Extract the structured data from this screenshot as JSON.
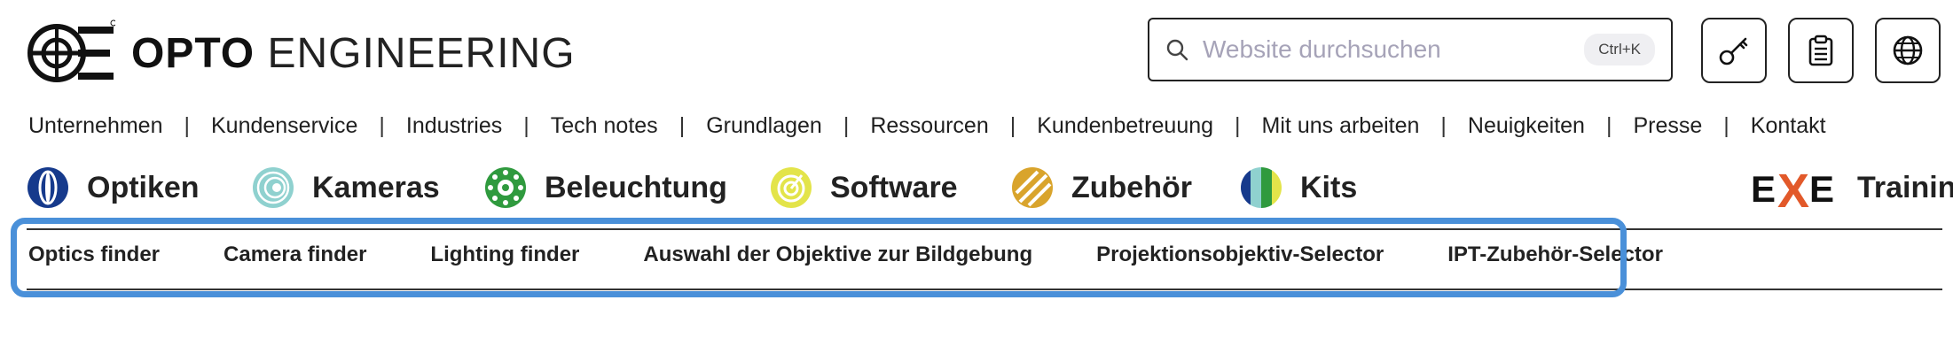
{
  "header": {
    "brand_bold": "OPTO",
    "brand_light": "ENGINEERING",
    "search": {
      "placeholder": "Website durchsuchen",
      "shortcut": "Ctrl+K"
    }
  },
  "topnav": [
    "Unternehmen",
    "Kundenservice",
    "Industries",
    "Tech notes",
    "Grundlagen",
    "Ressourcen",
    "Kundenbetreuung",
    "Mit uns arbeiten",
    "Neuigkeiten",
    "Presse",
    "Kontakt"
  ],
  "categories": [
    {
      "label": "Optiken",
      "icon": "optics-icon"
    },
    {
      "label": "Kameras",
      "icon": "cameras-icon"
    },
    {
      "label": "Beleuchtung",
      "icon": "lighting-icon"
    },
    {
      "label": "Software",
      "icon": "software-icon"
    },
    {
      "label": "Zubehör",
      "icon": "accessories-icon"
    },
    {
      "label": "Kits",
      "icon": "kits-icon"
    }
  ],
  "training": {
    "logo_text": "EXE",
    "label": "Training"
  },
  "subnav": [
    "Optics finder",
    "Camera finder",
    "Lighting finder",
    "Auswahl der Objektive zur Bildgebung",
    "Projektionsobjektiv-Selector",
    "IPT-Zubehör-Selector"
  ],
  "colors": {
    "highlight": "#4a90d9",
    "exe_x": "#e2592a"
  }
}
